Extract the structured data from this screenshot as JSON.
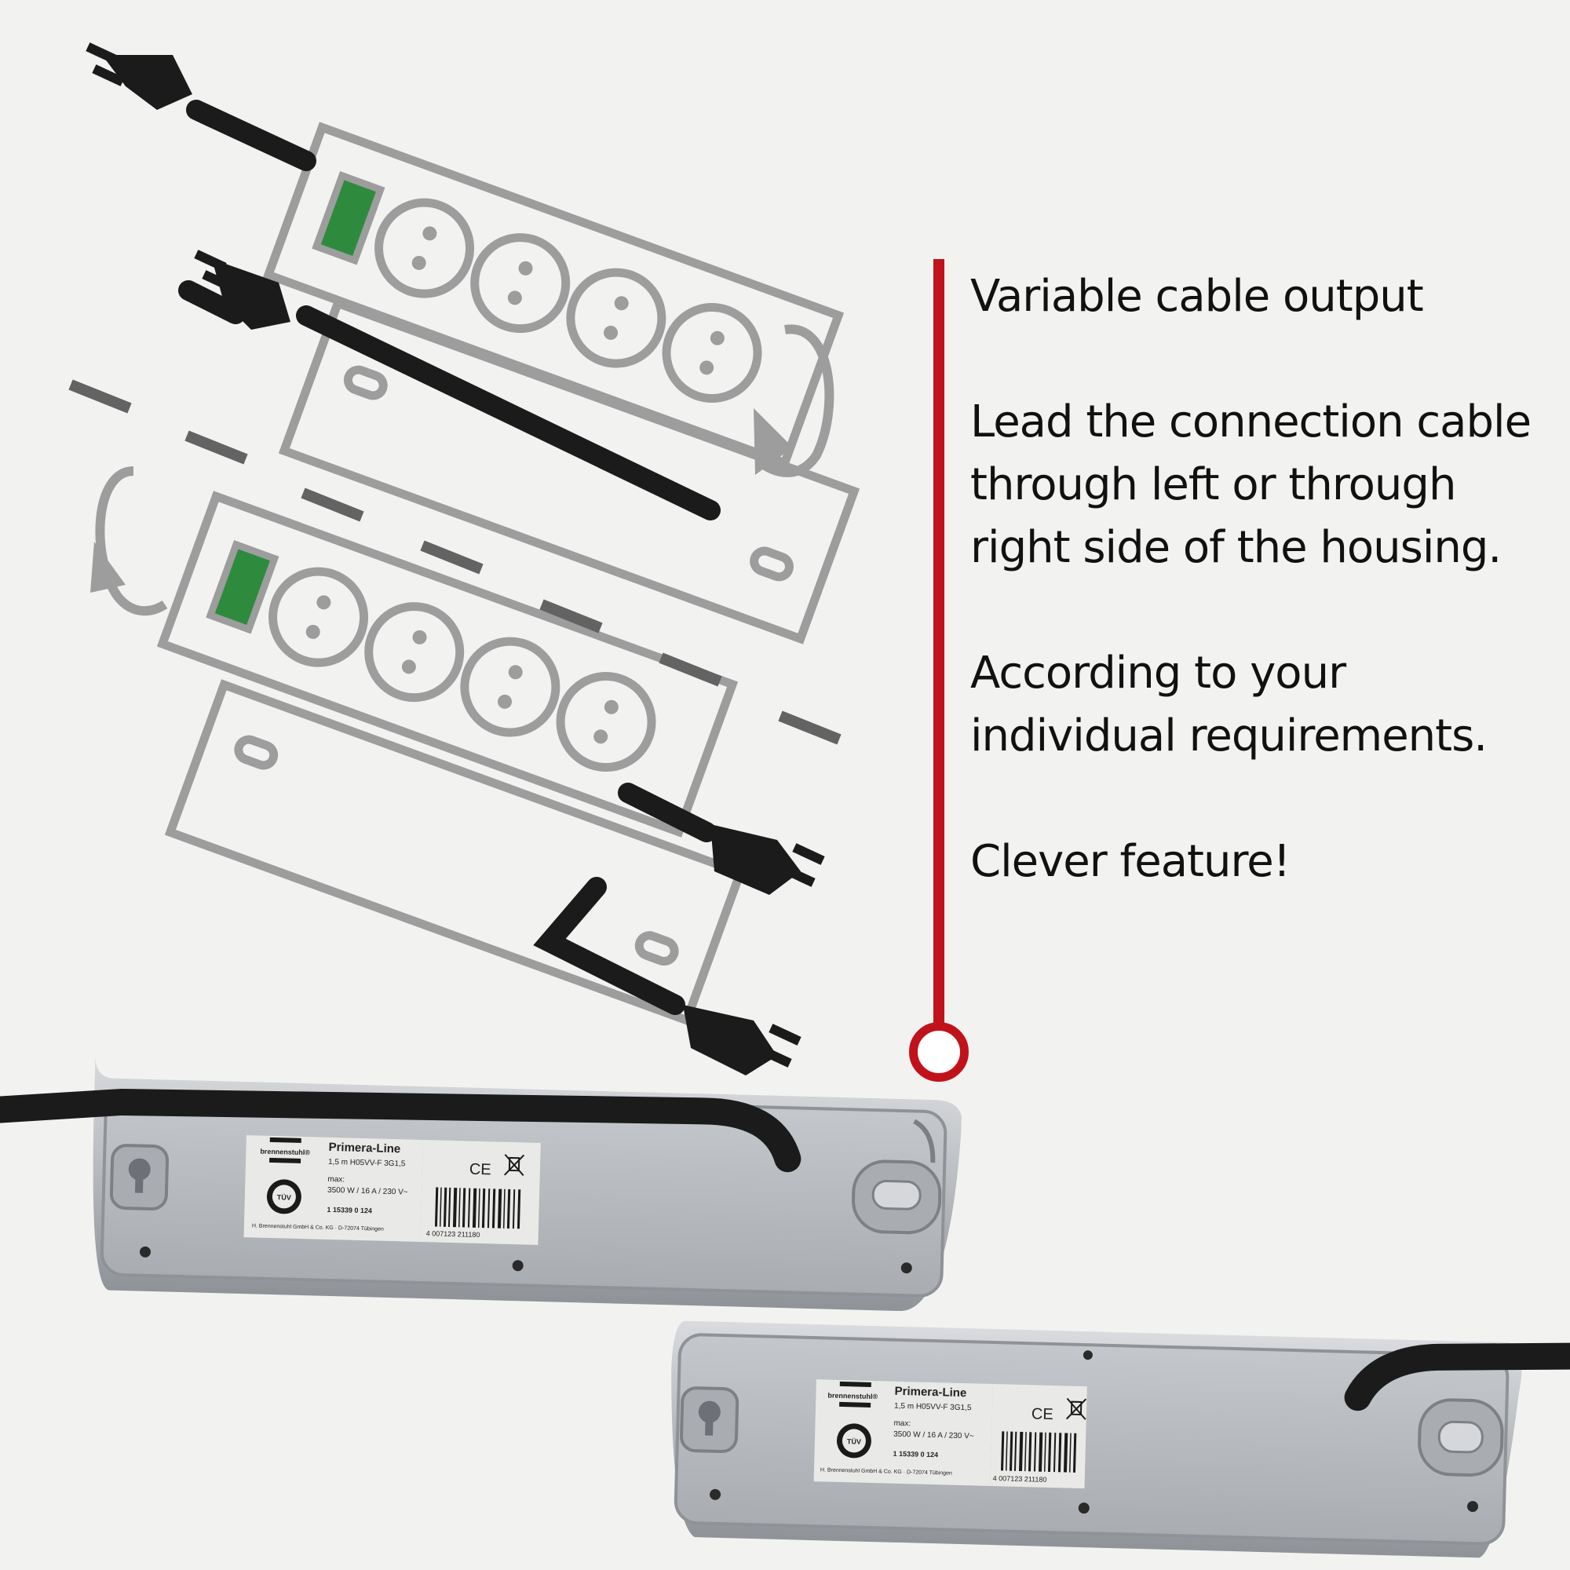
{
  "copy": {
    "headline": "Variable cable output",
    "paragraph_1": "Lead the connection cable through left or through right side of the housing.",
    "paragraph_2": "According to your individual requirements.",
    "paragraph_3": "Clever feature!"
  },
  "product_label": {
    "brand": "brennenstuhl®",
    "product_name": "Primera-Line",
    "cable_spec": "1,5 m H05VV-F 3G1,5",
    "max_label": "max:",
    "rating": "3500 W / 16 A / 230 V~",
    "article_number": "1 15339 0 124",
    "manufacturer": "H. Brennenstuhl GmbH & Co. KG · D-72074 Tübingen",
    "barcode_digits": "4 007123 211180",
    "ce_mark": "CE",
    "tuv_mark": "TÜV"
  },
  "colors": {
    "background": "#f2f2f1",
    "accent_red": "#c1121b",
    "switch_green": "#2e8b3e",
    "outline_gray": "#9d9d9d",
    "cable_black": "#1b1b1b",
    "housing_silver": "#b9bcc0"
  },
  "icons": [
    "power-strip-outline",
    "plug-icon",
    "rotate-arrow-icon",
    "power-switch-icon",
    "tuv-seal-icon",
    "weee-bin-icon"
  ]
}
